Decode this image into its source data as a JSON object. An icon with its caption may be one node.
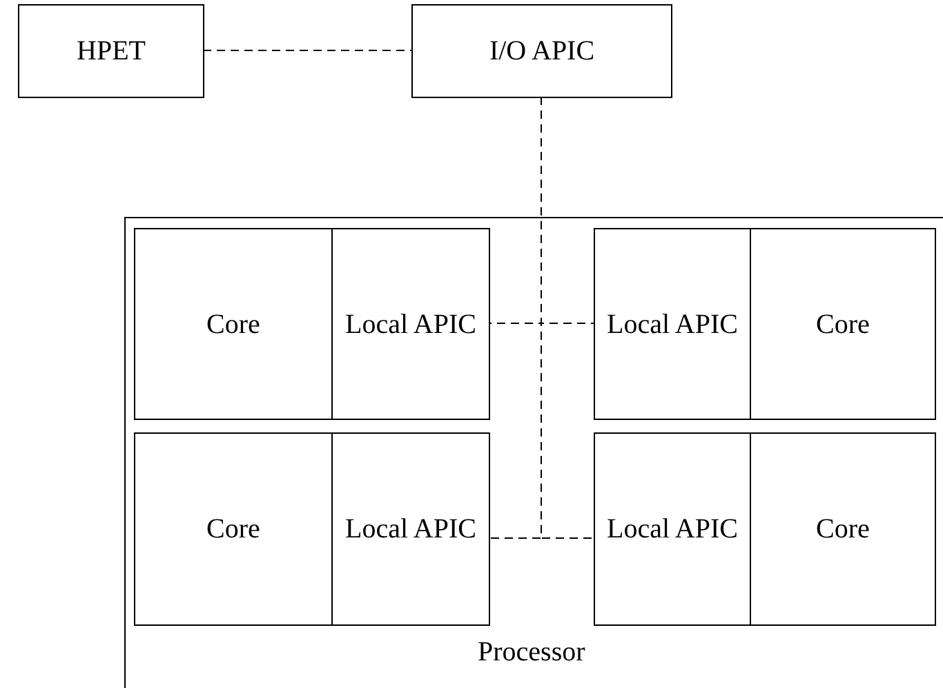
{
  "diagram": {
    "nodes": [
      {
        "text": [
          "HPET"
        ]
      },
      {
        "text": [
          "I/O APIC"
        ]
      },
      {
        "text": [
          "Processor"
        ]
      },
      {
        "text": [
          "Core"
        ],
        "in": 2
      },
      {
        "text": [
          "Local APIC"
        ],
        "in": 2
      },
      {
        "text": [
          "Local APIC"
        ],
        "in": 2
      },
      {
        "text": [
          "Core"
        ],
        "in": 2
      },
      {
        "text": [
          "Core"
        ],
        "in": 2
      },
      {
        "text": [
          "Local APIC"
        ],
        "in": 2
      },
      {
        "text": [
          "Local APIC"
        ],
        "in": 2
      },
      {
        "text": [
          "Core"
        ],
        "in": 2
      }
    ],
    "edges": [
      {
        "from": 0,
        "to": 1,
        "arrow": "none",
        "style": "dashed"
      },
      {
        "from": 1,
        "to": 4,
        "arrow": "none",
        "style": "dashed"
      },
      {
        "from": 1,
        "to": 5,
        "arrow": "none",
        "style": "dashed"
      },
      {
        "from": 1,
        "to": 8,
        "arrow": "none",
        "style": "dashed"
      },
      {
        "from": 1,
        "to": 9,
        "arrow": "none",
        "style": "dashed"
      }
    ]
  }
}
